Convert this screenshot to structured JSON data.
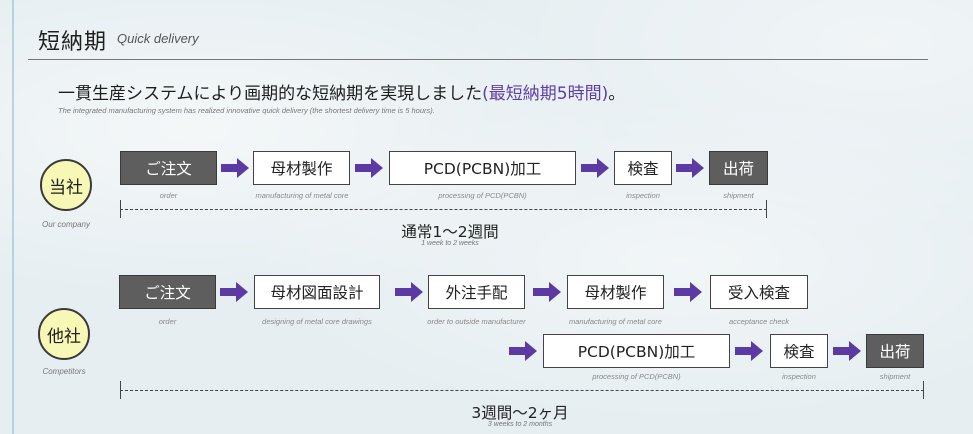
{
  "header": {
    "title_jp": "短納期",
    "title_en": "Quick delivery"
  },
  "headline": {
    "main": "一貫生産システムにより画期的な短納期を実現しました",
    "highlight": "(最短納期5時間)",
    "end": "。",
    "sub": "The integrated manufacturing system has realized innovative quick delivery (the shortest delivery time is 5 hours)."
  },
  "our_company": {
    "label": "当社",
    "caption": "Our company",
    "steps": [
      {
        "label": "ご注文",
        "caption": "order"
      },
      {
        "label": "母材製作",
        "caption": "manufacturing of metal core"
      },
      {
        "label": "PCD(PCBN)加工",
        "caption": "processing of PCD(PCBN)"
      },
      {
        "label": "検査",
        "caption": "inspection"
      },
      {
        "label": "出荷",
        "caption": "shipment"
      }
    ],
    "duration": "通常1〜2週間",
    "duration_en": "1 week to 2 weeks"
  },
  "competitors": {
    "label": "他社",
    "caption": "Competitors",
    "steps": [
      {
        "label": "ご注文",
        "caption": "order"
      },
      {
        "label": "母材図面設計",
        "caption": "designing of metal core drawings"
      },
      {
        "label": "外注手配",
        "caption": "order to outside manufacturer"
      },
      {
        "label": "母材製作",
        "caption": "manufacturing of metal core"
      },
      {
        "label": "受入検査",
        "caption": "acceptance check"
      },
      {
        "label": "PCD(PCBN)加工",
        "caption": "processing of PCD(PCBN)"
      },
      {
        "label": "検査",
        "caption": "inspection"
      },
      {
        "label": "出荷",
        "caption": "shipment"
      }
    ],
    "duration": "3週間〜2ヶ月",
    "duration_en": "3 weeks to 2 months"
  },
  "colors": {
    "arrow": "#5b3aa4",
    "highlight": "#5d3ea8",
    "dark_box": "#5e5e5e",
    "circle_fill": "#f7f8b5"
  },
  "icons": {
    "flow_arrow": "right-arrow-icon"
  }
}
